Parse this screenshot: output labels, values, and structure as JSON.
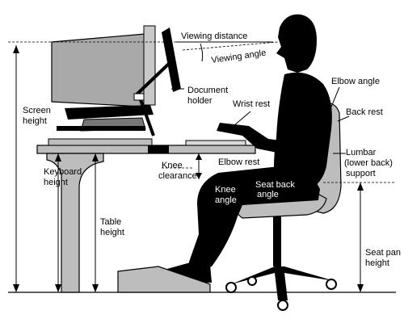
{
  "labels": {
    "viewing_distance": "Viewing distance",
    "viewing_angle": "Viewing angle",
    "document_holder_1": "Document",
    "document_holder_2": "holder",
    "wrist_rest": "Wrist rest",
    "elbow_angle": "Elbow angle",
    "back_rest": "Back rest",
    "screen_height_1": "Screen",
    "screen_height_2": "height",
    "lumbar_1": "Lumbar",
    "lumbar_2": "(lower back)",
    "lumbar_3": "support",
    "keyboard_height_1": "Keyboard",
    "keyboard_height_2": "height",
    "knee_clearance_1": "Knee",
    "knee_clearance_2": "clearance",
    "elbow_rest": "Elbow rest",
    "knee_angle_1": "Knee",
    "knee_angle_2": "angle",
    "seat_back_angle_1": "Seat back",
    "seat_back_angle_2": "angle",
    "table_height_1": "Table",
    "table_height_2": "height",
    "seat_pan_height_1": "Seat pan",
    "seat_pan_height_2": "height"
  },
  "colors": {
    "ink": "#000000",
    "monitor_gray": "#a9a9a9",
    "desk_gray": "#bdbdbd",
    "paper": "#ffffff"
  }
}
